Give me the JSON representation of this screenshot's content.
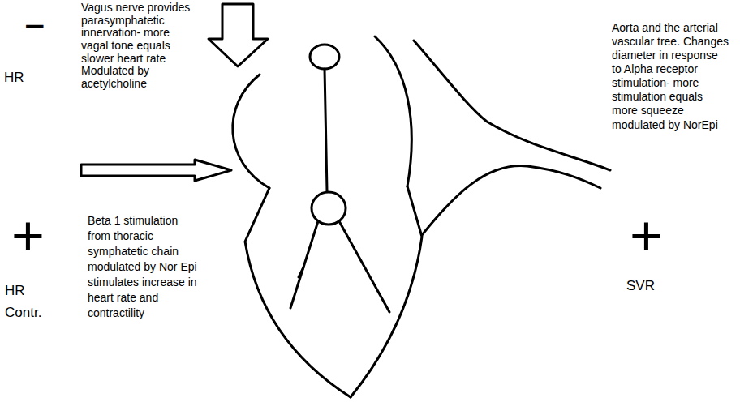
{
  "diagram": {
    "labels": [
      "−",
      "HR",
      "Vagus nerve provides parasymphatetic innervation- more vagal tone equals slower heart rate Modulated by acetylcholine",
      "+",
      "HR Contr.",
      "Beta 1 stimulation from thoracic symphatetic chain modulated by Nor Epi stimulates increase in heart rate and contractility",
      "Aorta and the arterial vascular tree. Changes diameter in response to Alpha receptor stimulation- more stimulation equals more squeeze modulated by NorEpi",
      "+",
      "SVR"
    ]
  }
}
